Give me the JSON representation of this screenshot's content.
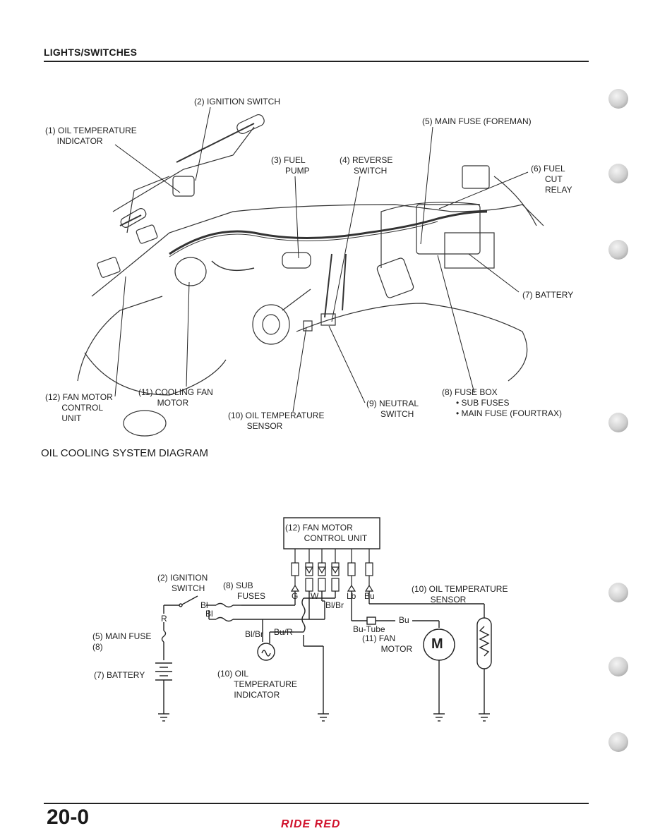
{
  "header": {
    "section": "LIGHTS/SWITCHES"
  },
  "layout_callouts": {
    "ignition_switch": "(2) IGNITION SWITCH",
    "oil_temp_indicator": "(1) OIL TEMPERATURE\n     INDICATOR",
    "main_fuse_foreman": "(5) MAIN FUSE (FOREMAN)",
    "fuel_pump": "(3) FUEL\n      PUMP",
    "reverse_switch": "(4) REVERSE\n      SWITCH",
    "fuel_cut_relay": "(6) FUEL\n      CUT\n      RELAY",
    "battery": "(7) BATTERY",
    "fan_motor_control_unit": "(12) FAN MOTOR\n       CONTROL\n       UNIT",
    "cooling_fan_motor": "(11) COOLING FAN\n        MOTOR",
    "oil_temp_sensor": "(10) OIL TEMPERATURE\n        SENSOR",
    "neutral_switch": "(9) NEUTRAL\n      SWITCH",
    "fuse_box": "(8) FUSE BOX\n      • SUB FUSES\n      • MAIN FUSE (FOURTRAX)"
  },
  "diagram": {
    "title": "OIL COOLING SYSTEM DIAGRAM",
    "control_unit": "(12) FAN MOTOR\n        CONTROL UNIT",
    "ignition_switch": "(2) IGNITION\n      SWITCH",
    "sub_fuses": "(8) SUB\n      FUSES",
    "oil_temp_sensor": "(10) OIL TEMPERATURE\n        SENSOR",
    "main_fuse": "(5) MAIN FUSE\n(8)",
    "battery": "(7) BATTERY",
    "indicator": "(10) OIL\n       TEMPERATURE\n       INDICATOR",
    "fan_motor": "(11) FAN\n        MOTOR",
    "motor_symbol": "M",
    "wire_labels": {
      "g": "G",
      "w": "W",
      "lb": "Lb",
      "bu": "Bu",
      "bl_br": "Bl/Br",
      "bl": "Bl",
      "r": "R",
      "bl_br2": "Bl/Br",
      "bu_r": "Bu/R",
      "bu_tube": "Bu-Tube",
      "bu2": "Bu"
    }
  },
  "footer": {
    "page": "20-0",
    "brand": "RIDE RED"
  },
  "colors": {
    "brand": "#d0122c",
    "ink": "#222222"
  }
}
